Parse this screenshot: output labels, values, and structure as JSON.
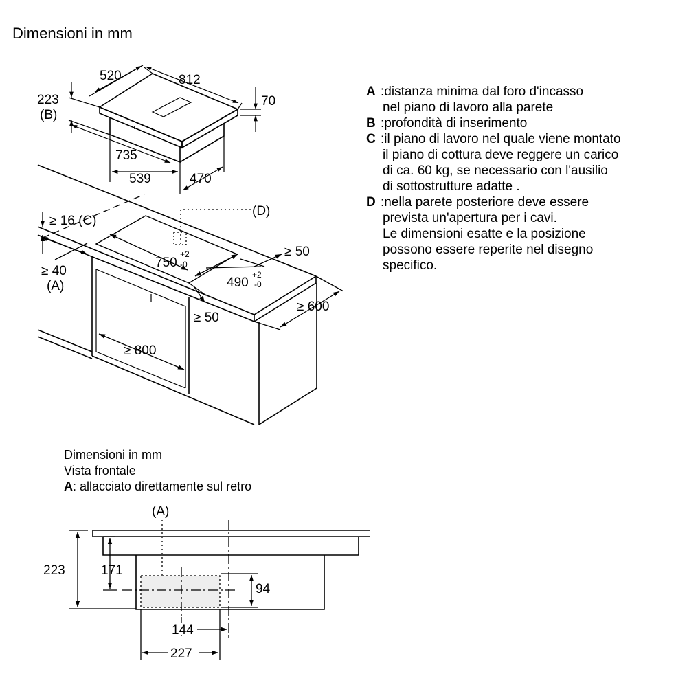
{
  "title": "Dimensioni in mm",
  "top_dims": {
    "d520": "520",
    "d812": "812",
    "d223": "223",
    "dB": "(B)",
    "d70": "70",
    "d735": "735",
    "d539": "539",
    "d470": "470",
    "d16C": "≥ 16 (C)",
    "dD": "(D)",
    "d750": "750",
    "d750_tol_plus": "+2",
    "d750_tol_minus": "-0",
    "d490": "490",
    "d490_tol_plus": "+2",
    "d490_tol_minus": "-0",
    "d50a": "≥ 50",
    "d40": "≥ 40",
    "dA": "(A)",
    "d600": "≥ 600",
    "d50b": "≥ 50",
    "d800": "≥ 800"
  },
  "legend": [
    {
      "key": "A",
      "lines": [
        ":distanza minima dal foro d'incasso",
        "nel piano di lavoro alla parete"
      ]
    },
    {
      "key": "B",
      "lines": [
        ":profondità di inserimento"
      ]
    },
    {
      "key": "C",
      "lines": [
        ":il piano di lavoro nel quale viene montato",
        "il piano di cottura deve reggere un carico",
        "di ca. 60 kg, se necessario con l'ausilio",
        "di sottostrutture adatte ."
      ]
    },
    {
      "key": "D",
      "lines": [
        ":nella parete posteriore deve essere",
        "prevista un'apertura per i cavi.",
        "Le dimensioni esatte e la posizione",
        "possono essere reperite nel disegno",
        "specifico."
      ]
    }
  ],
  "front_view": {
    "line1": "Dimensioni in mm",
    "line2": "Vista frontale",
    "legend_key": "A",
    "legend_text": ": allacciato direttamente sul retro",
    "label_A": "(A)",
    "d223": "223",
    "d171": "171",
    "d94": "94",
    "d144": "144",
    "d227": "227"
  }
}
